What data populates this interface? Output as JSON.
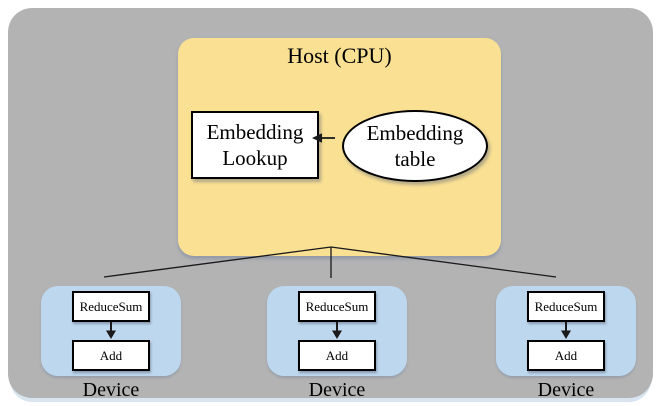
{
  "colors": {
    "canvas": "#ffffff",
    "background": "#b3b3b3",
    "background_edge": "#d8e4f0",
    "host_fill": "#fae093",
    "device_fill": "#bdd7ee",
    "node_fill": "#ffffff",
    "line": "#1a1a1a",
    "text": "#000000"
  },
  "host": {
    "title": "Host (CPU)",
    "lookup_label": "Embedding Lookup",
    "table_label": "Embedding table"
  },
  "devices": [
    {
      "label": "Device",
      "ops": [
        "ReduceSum",
        "Add"
      ]
    },
    {
      "label": "Device",
      "ops": [
        "ReduceSum",
        "Add"
      ]
    },
    {
      "label": "Device",
      "ops": [
        "ReduceSum",
        "Add"
      ]
    }
  ]
}
